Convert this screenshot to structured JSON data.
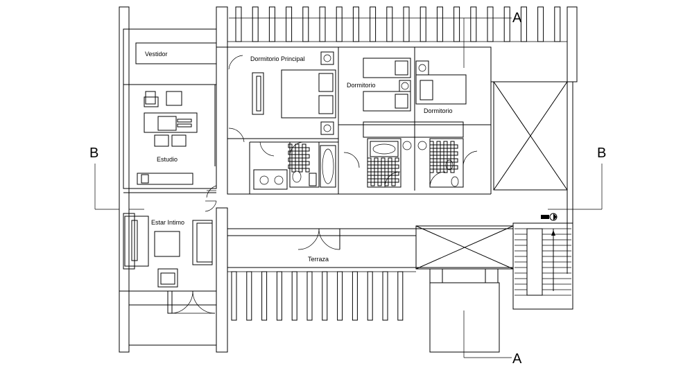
{
  "rooms": {
    "vestidor": "Vestidor",
    "dormitorio_principal": "Dormitorio Principal",
    "dormitorio_1": "Dormitorio",
    "dormitorio_2": "Dormitorio",
    "estudio": "Estudio",
    "estar_intimo": "Estar Intimo",
    "terraza": "Terraza"
  },
  "section_marks": {
    "a_top": "A",
    "a_bottom": "A",
    "b_left": "B",
    "b_right": "B"
  }
}
